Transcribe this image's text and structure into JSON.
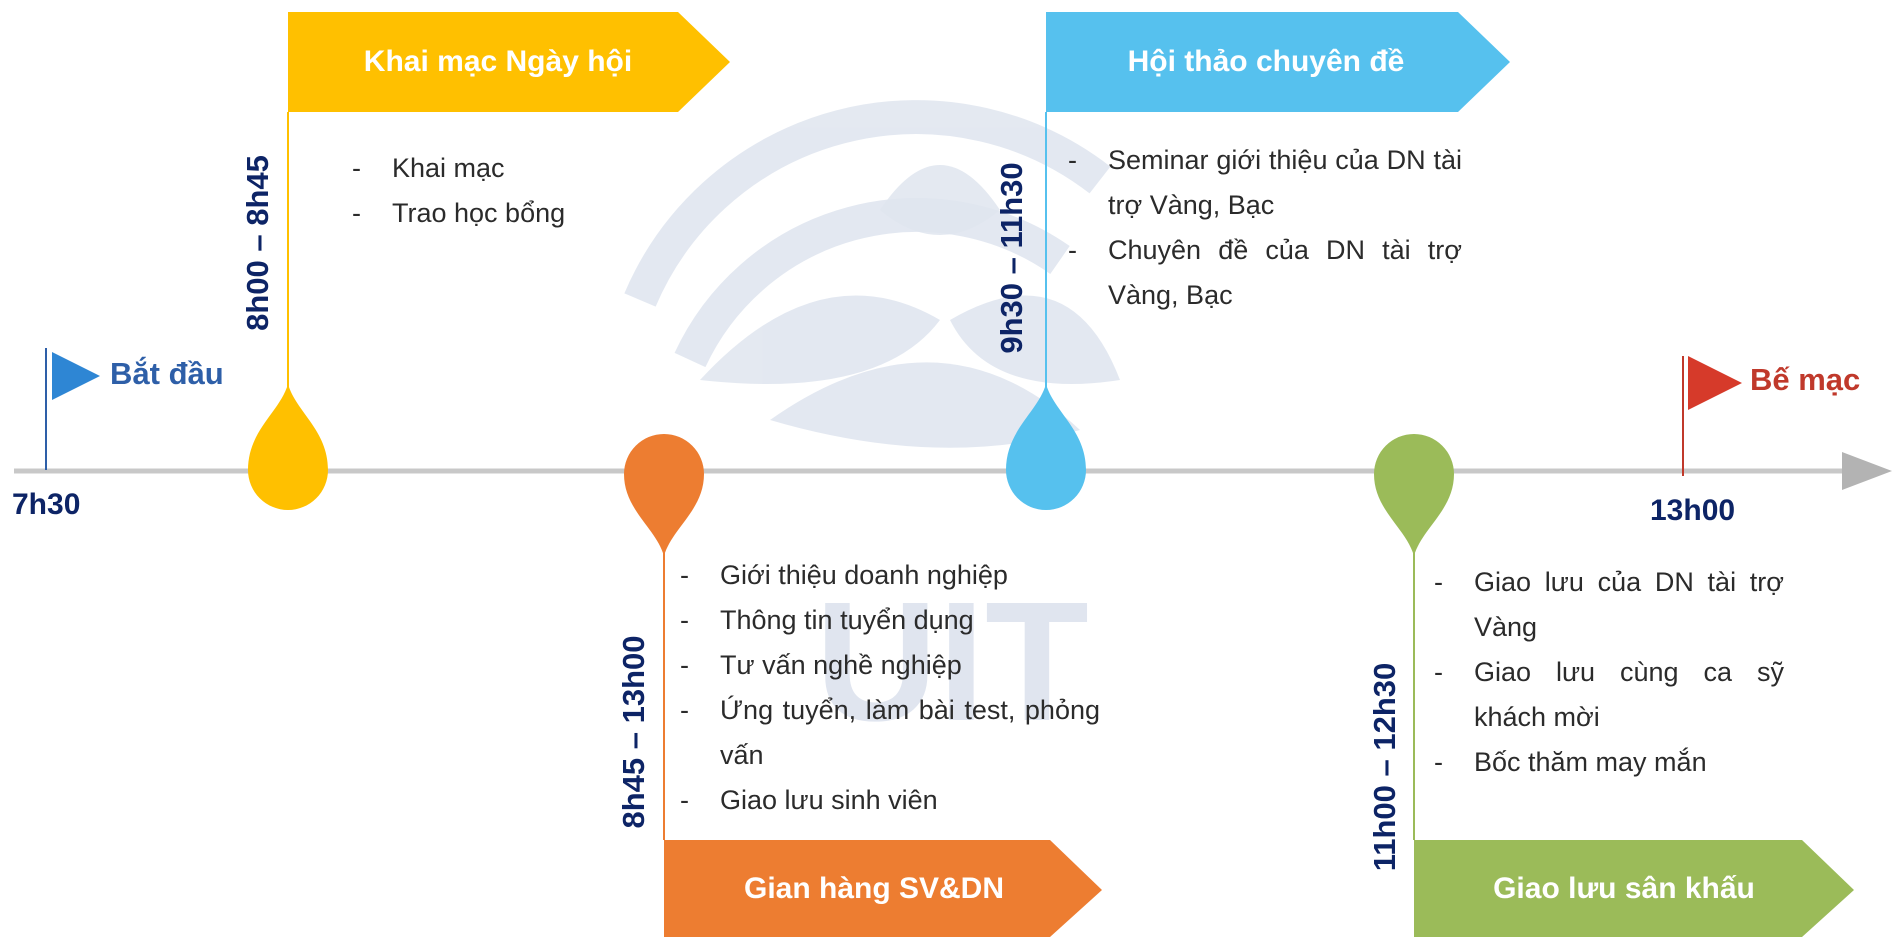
{
  "start": {
    "label": "Bắt đầu",
    "time": "7h30",
    "color": "#2e5fa8"
  },
  "end": {
    "label": "Bế mạc",
    "time": "13h00",
    "color": "#c0392b"
  },
  "phases": [
    {
      "time": "8h00 – 8h45",
      "title": "Khai mạc Ngày hội",
      "color": "#ffc000",
      "items": [
        "Khai mạc",
        "Trao học bổng"
      ]
    },
    {
      "time": "8h45 – 13h00",
      "title": "Gian hàng SV&DN",
      "color": "#ed7d31",
      "items": [
        "Giới thiệu doanh nghiệp",
        "Thông tin tuyển dụng",
        "Tư vấn nghề nghiệp",
        "Ứng tuyển, làm bài test, phỏng vấn",
        "Giao lưu sinh viên"
      ]
    },
    {
      "time": "9h30 – 11h30",
      "title": "Hội thảo chuyên đề",
      "color": "#56c1ee",
      "items": [
        "Seminar giới thiệu của DN tài trợ Vàng, Bạc",
        "Chuyên đề của DN tài trợ Vàng, Bạc"
      ]
    },
    {
      "time": "11h00 – 12h30",
      "title": "Giao lưu sân khấu",
      "color": "#9bbb59",
      "items": [
        "Giao lưu của DN tài trợ Vàng",
        "Giao lưu cùng ca sỹ khách mời",
        "Bốc thăm may mắn"
      ]
    }
  ],
  "watermark": {
    "text": "UIT",
    "color": "#dde3ee"
  },
  "axis_color": "#c8c8c8"
}
